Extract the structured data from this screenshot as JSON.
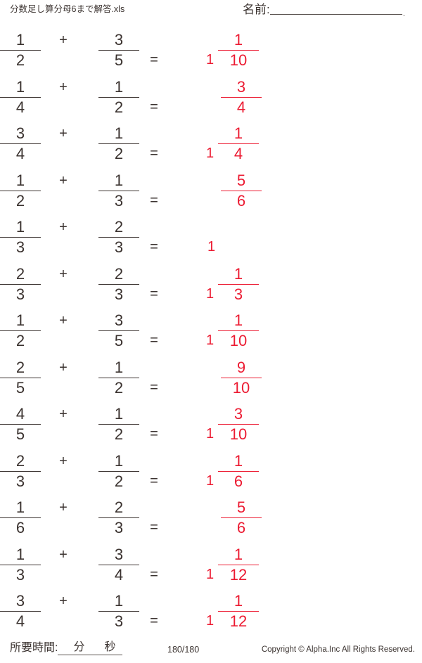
{
  "header": {
    "doc_title": "分数足し算分母6まで解答.xls",
    "name_label": "名前:",
    "name_value": "",
    "name_trailing_dot": "."
  },
  "footer": {
    "time_label": "所要時間:",
    "minute_unit": "分",
    "second_unit": "秒",
    "minute_value": "",
    "second_value": "",
    "page_count": "180/180",
    "copyright": "Copyright ©  Alpha.Inc All Rights Reserved."
  },
  "colors": {
    "ink": "#3b3330",
    "answer_red": "#ec1b32",
    "rule": "#5a5350"
  },
  "symbols": {
    "plus": "+",
    "equals": "="
  },
  "worksheet": {
    "operation": "fraction-addition",
    "problem_count": 13,
    "problems": [
      {
        "index": 1,
        "left": {
          "numerator": "1",
          "denominator": "2"
        },
        "right": {
          "numerator": "3",
          "denominator": "5"
        },
        "answer": {
          "whole": "1",
          "numerator": "1",
          "denominator": "10"
        }
      },
      {
        "index": 2,
        "left": {
          "numerator": "1",
          "denominator": "4"
        },
        "right": {
          "numerator": "1",
          "denominator": "2"
        },
        "answer": {
          "whole": "",
          "numerator": "3",
          "denominator": "4"
        }
      },
      {
        "index": 3,
        "left": {
          "numerator": "3",
          "denominator": "4"
        },
        "right": {
          "numerator": "1",
          "denominator": "2"
        },
        "answer": {
          "whole": "1",
          "numerator": "1",
          "denominator": "4"
        }
      },
      {
        "index": 4,
        "left": {
          "numerator": "1",
          "denominator": "2"
        },
        "right": {
          "numerator": "1",
          "denominator": "3"
        },
        "answer": {
          "whole": "",
          "numerator": "5",
          "denominator": "6"
        }
      },
      {
        "index": 5,
        "left": {
          "numerator": "1",
          "denominator": "3"
        },
        "right": {
          "numerator": "2",
          "denominator": "3"
        },
        "answer": {
          "whole": "1",
          "numerator": "",
          "denominator": ""
        }
      },
      {
        "index": 6,
        "left": {
          "numerator": "2",
          "denominator": "3"
        },
        "right": {
          "numerator": "2",
          "denominator": "3"
        },
        "answer": {
          "whole": "1",
          "numerator": "1",
          "denominator": "3"
        }
      },
      {
        "index": 7,
        "left": {
          "numerator": "1",
          "denominator": "2"
        },
        "right": {
          "numerator": "3",
          "denominator": "5"
        },
        "answer": {
          "whole": "1",
          "numerator": "1",
          "denominator": "10"
        }
      },
      {
        "index": 8,
        "left": {
          "numerator": "2",
          "denominator": "5"
        },
        "right": {
          "numerator": "1",
          "denominator": "2"
        },
        "answer": {
          "whole": "",
          "numerator": "9",
          "denominator": "10"
        }
      },
      {
        "index": 9,
        "left": {
          "numerator": "4",
          "denominator": "5"
        },
        "right": {
          "numerator": "1",
          "denominator": "2"
        },
        "answer": {
          "whole": "1",
          "numerator": "3",
          "denominator": "10"
        }
      },
      {
        "index": 10,
        "left": {
          "numerator": "2",
          "denominator": "3"
        },
        "right": {
          "numerator": "1",
          "denominator": "2"
        },
        "answer": {
          "whole": "1",
          "numerator": "1",
          "denominator": "6"
        }
      },
      {
        "index": 11,
        "left": {
          "numerator": "1",
          "denominator": "6"
        },
        "right": {
          "numerator": "2",
          "denominator": "3"
        },
        "answer": {
          "whole": "",
          "numerator": "5",
          "denominator": "6"
        }
      },
      {
        "index": 12,
        "left": {
          "numerator": "1",
          "denominator": "3"
        },
        "right": {
          "numerator": "3",
          "denominator": "4"
        },
        "answer": {
          "whole": "1",
          "numerator": "1",
          "denominator": "12"
        }
      },
      {
        "index": 13,
        "left": {
          "numerator": "3",
          "denominator": "4"
        },
        "right": {
          "numerator": "1",
          "denominator": "3"
        },
        "answer": {
          "whole": "1",
          "numerator": "1",
          "denominator": "12"
        }
      }
    ]
  }
}
